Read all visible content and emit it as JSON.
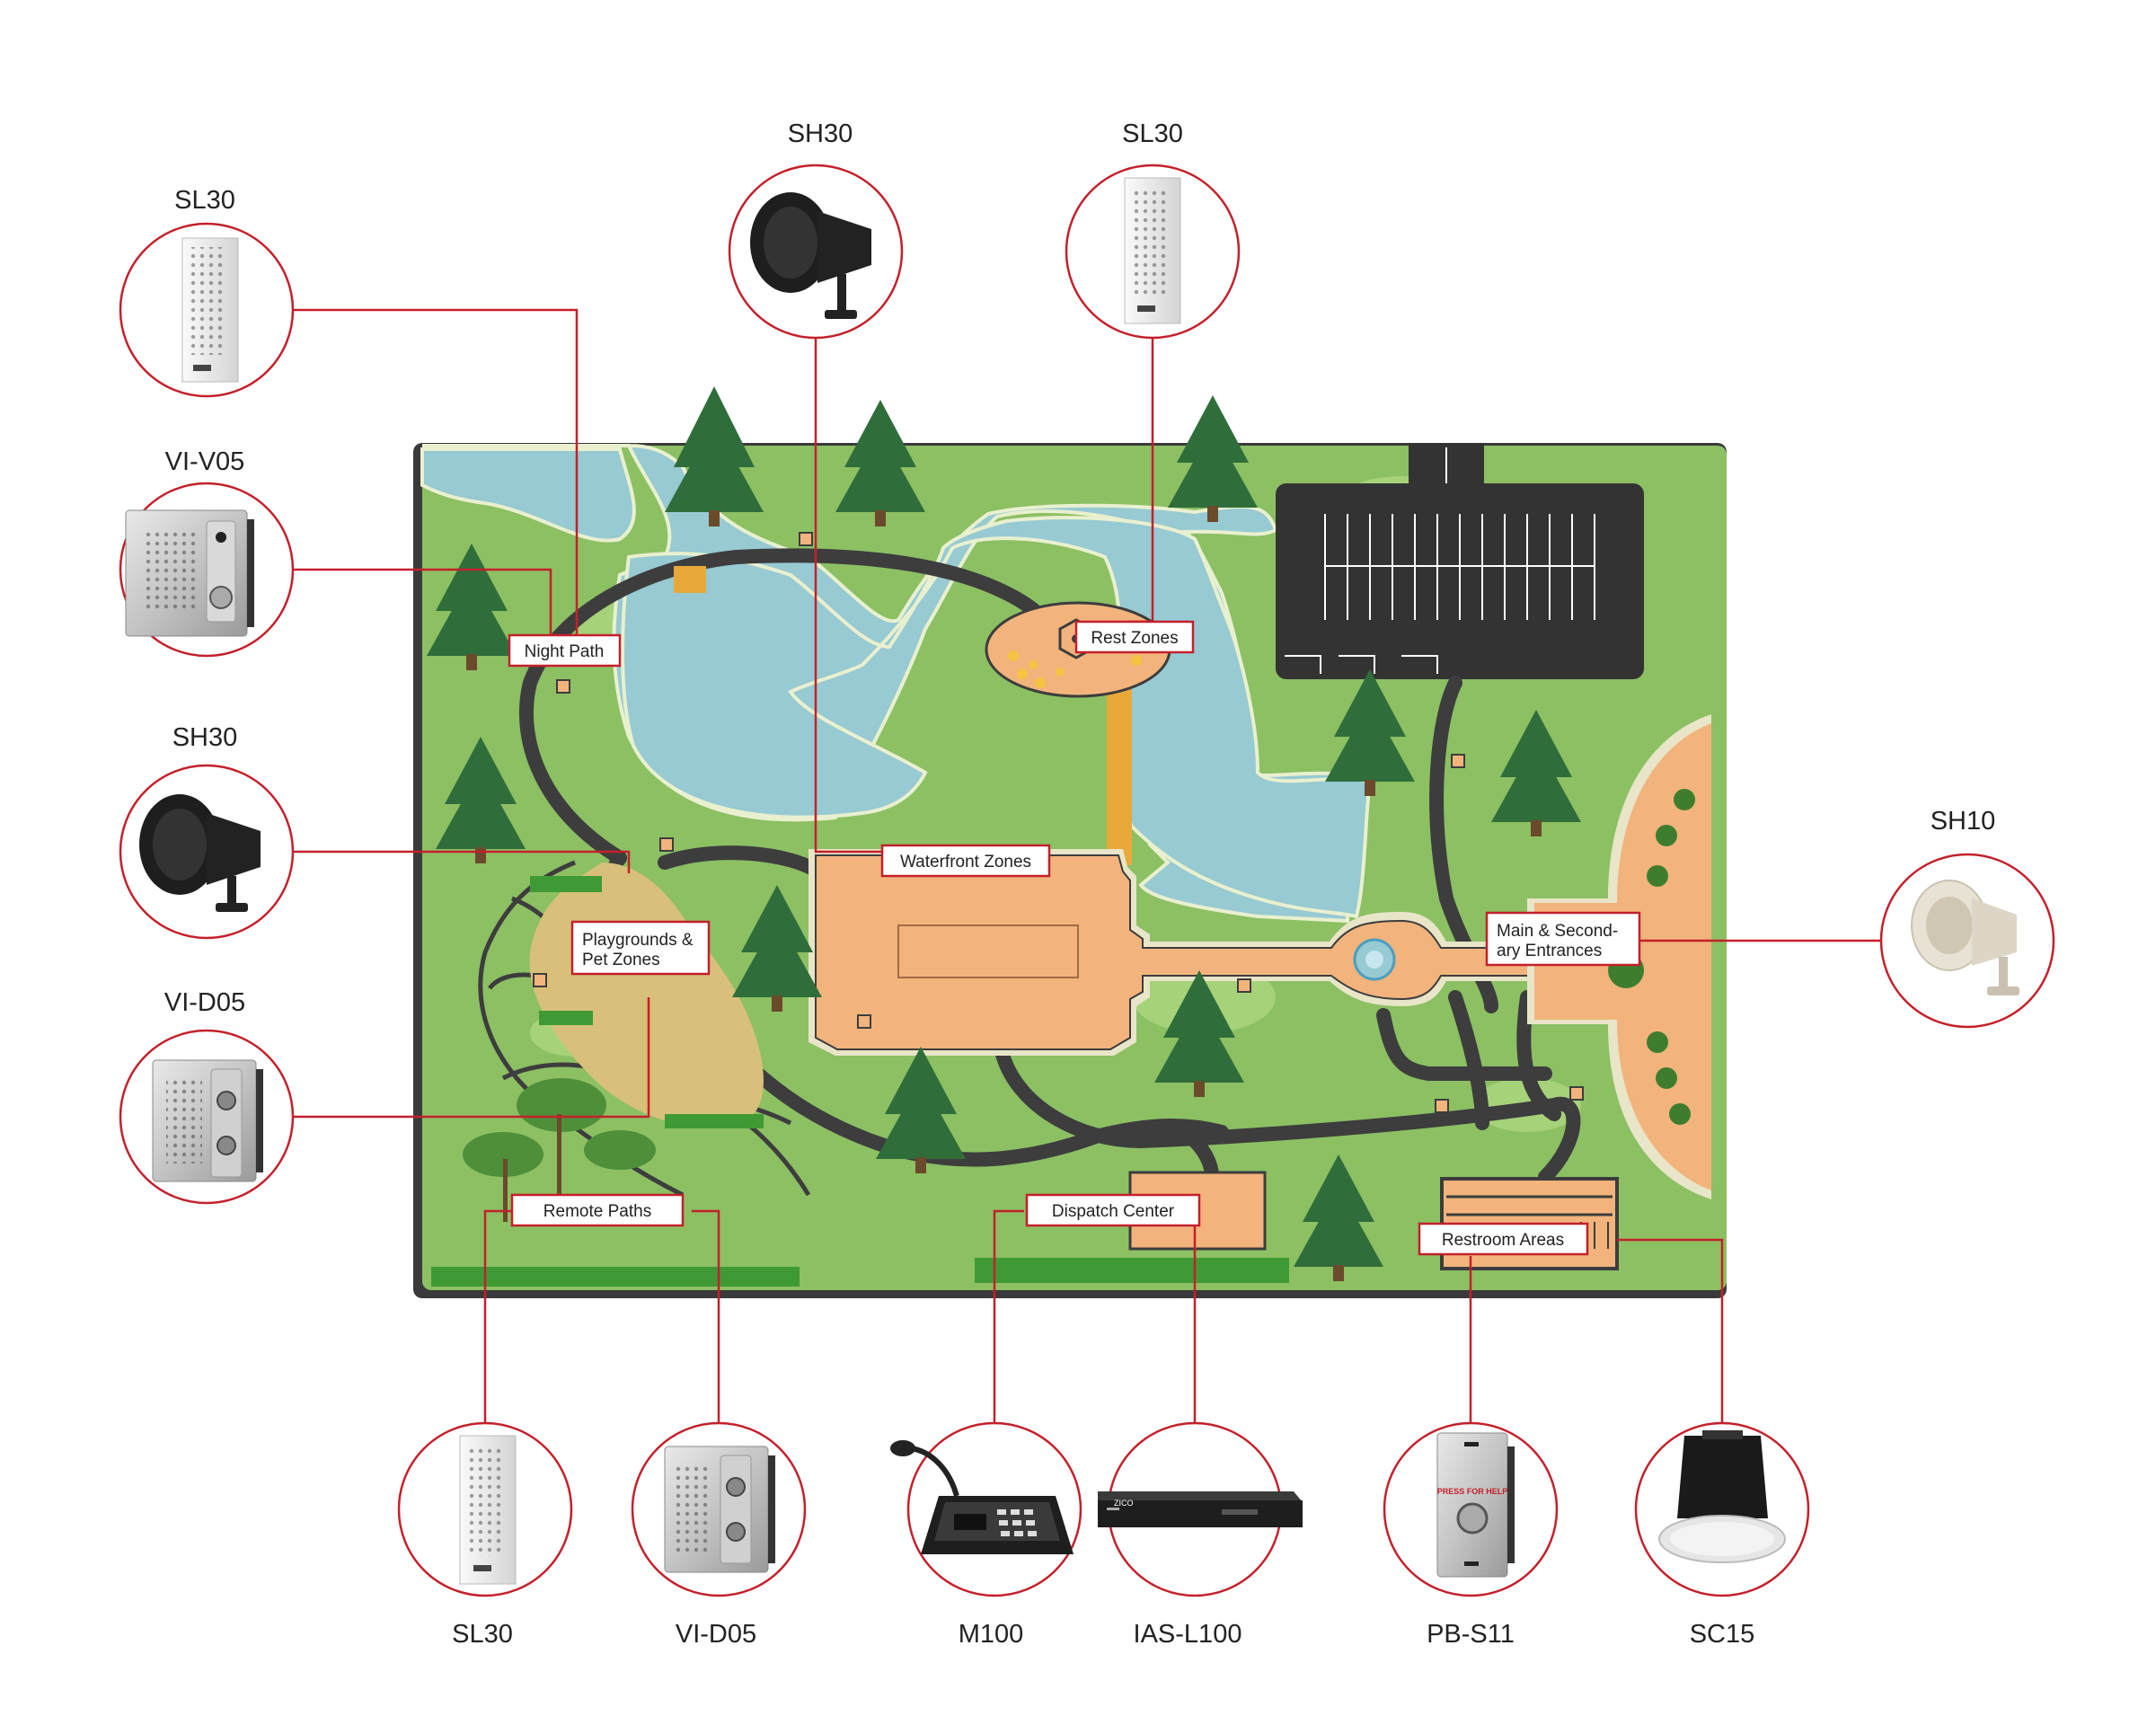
{
  "devices": [
    {
      "id": "sl30-left",
      "name": "SL30",
      "icon": "column-speaker-icon"
    },
    {
      "id": "vi-v05",
      "name": "VI-V05",
      "icon": "intercom-station-icon"
    },
    {
      "id": "sh30-left",
      "name": "SH30",
      "icon": "horn-speaker-icon"
    },
    {
      "id": "vi-d05-left",
      "name": "VI-D05",
      "icon": "intercom-double-button-icon"
    },
    {
      "id": "sh30-top",
      "name": "SH30",
      "icon": "horn-speaker-icon"
    },
    {
      "id": "sl30-top",
      "name": "SL30",
      "icon": "column-speaker-icon"
    },
    {
      "id": "sh10",
      "name": "SH10",
      "icon": "white-horn-speaker-icon"
    },
    {
      "id": "sl30-bottom",
      "name": "SL30",
      "icon": "column-speaker-icon"
    },
    {
      "id": "vi-d05-bottom",
      "name": "VI-D05",
      "icon": "intercom-double-button-icon"
    },
    {
      "id": "m100",
      "name": "M100",
      "icon": "paging-microphone-icon"
    },
    {
      "id": "ias-l100",
      "name": "IAS-L100",
      "icon": "rack-server-icon"
    },
    {
      "id": "pb-s11",
      "name": "PB-S11",
      "icon": "help-button-icon"
    },
    {
      "id": "sc15",
      "name": "SC15",
      "icon": "ceiling-speaker-icon"
    }
  ],
  "device_text": {
    "pb_s11_caption": "PRESS FOR HELP",
    "brand": "ZICO"
  },
  "zones": [
    {
      "id": "night-path",
      "label": "Night Path"
    },
    {
      "id": "rest-zones",
      "label": "Rest Zones"
    },
    {
      "id": "waterfront-zones",
      "label": "Waterfront Zones"
    },
    {
      "id": "playgrounds",
      "label": [
        "Playgrounds &",
        "Pet Zones"
      ]
    },
    {
      "id": "entrances",
      "label": [
        "Main & Second-",
        "ary Entrances"
      ]
    },
    {
      "id": "remote-paths",
      "label": "Remote Paths"
    },
    {
      "id": "dispatch-center",
      "label": "Dispatch Center"
    },
    {
      "id": "restroom-areas",
      "label": "Restroom Areas"
    }
  ],
  "colors": {
    "accent_red": "#c4202b",
    "grass": "#8cc063",
    "water": "#97cad2",
    "path": "#3d3d3d",
    "building": "#f2b47c",
    "parking": "#333333",
    "tree": "#2f6e3a",
    "sand": "#d8c07a"
  }
}
